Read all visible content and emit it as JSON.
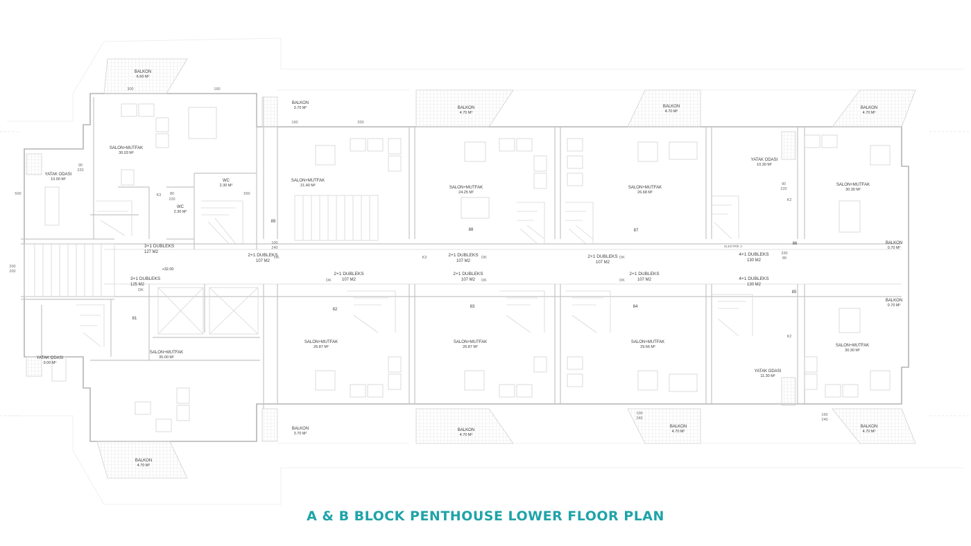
{
  "title": "A & B BLOCK PENTHOUSE LOWER FLOOR PLAN",
  "colors": {
    "title": "#1fa3a8",
    "lines": "#c4c4c4",
    "text": "#3a3a3a"
  },
  "rooms": [
    {
      "id": "balkon-tl",
      "name": "BALKON",
      "area": "6.60 M²"
    },
    {
      "id": "balkon-t1",
      "name": "BALKON",
      "area": "3.70 M²"
    },
    {
      "id": "balkon-t2",
      "name": "BALKON",
      "area": "4.70 M²"
    },
    {
      "id": "balkon-t3",
      "name": "BALKON",
      "area": "4.70 M²"
    },
    {
      "id": "balkon-t4",
      "name": "BALKON",
      "area": "4.70 M²"
    },
    {
      "id": "salon-tl",
      "name": "SALON+MUTFAK",
      "area": "30.03 M²"
    },
    {
      "id": "yatak-l",
      "name": "YATAK ODASI",
      "area": "10.00 M²"
    },
    {
      "id": "wc-1",
      "name": "WC",
      "area": "2.30 M²"
    },
    {
      "id": "wc-2",
      "name": "WC",
      "area": "2.30 M²"
    },
    {
      "id": "salon-t1",
      "name": "SALON+MUTFAK",
      "area": "21.40 M²"
    },
    {
      "id": "salon-t2",
      "name": "SALON+MUTFAK",
      "area": "24.25 M²"
    },
    {
      "id": "salon-t3",
      "name": "SALON+MUTFAK",
      "area": "26.68 M²"
    },
    {
      "id": "yatak-tr",
      "name": "YATAK ODASI",
      "area": "10.30 M²"
    },
    {
      "id": "salon-tr",
      "name": "SALON+MUTFAK",
      "area": "30.30 M²"
    },
    {
      "id": "balkon-r1",
      "name": "BALKON",
      "area": "0.70 M²"
    },
    {
      "id": "balkon-r2",
      "name": "BALKON",
      "area": "0.70 M²"
    },
    {
      "id": "yatak-bl",
      "name": "YATAK ODASI",
      "area": "9.00 M²"
    },
    {
      "id": "salon-bl",
      "name": "SALON+MUTFAK",
      "area": "35.00 M²"
    },
    {
      "id": "salon-b1",
      "name": "SALON+MUTFAK",
      "area": "26.87 M²"
    },
    {
      "id": "salon-b2",
      "name": "SALON+MUTFAK",
      "area": "26.87 M²"
    },
    {
      "id": "salon-b3",
      "name": "SALON+MUTFAK",
      "area": "29.66 M²"
    },
    {
      "id": "yatak-br",
      "name": "YATAK ODASI",
      "area": "11.30 M²"
    },
    {
      "id": "salon-br",
      "name": "SALON+MUTFAK",
      "area": "30.30 M²"
    },
    {
      "id": "balkon-bl",
      "name": "BALKON",
      "area": "4.70 M²"
    },
    {
      "id": "balkon-b1",
      "name": "BALKON",
      "area": "3.70 M²"
    },
    {
      "id": "balkon-b2",
      "name": "BALKON",
      "area": "4.70 M²"
    },
    {
      "id": "balkon-b3",
      "name": "BALKON",
      "area": "4.70 M²"
    },
    {
      "id": "balkon-b4",
      "name": "BALKON",
      "area": "4.70 M²"
    }
  ],
  "units": [
    {
      "id": "u-31a",
      "type": "3+1 DUBLEKS",
      "area": "127 M2"
    },
    {
      "id": "u-31b",
      "type": "3+1 DUBLEKS",
      "area": "125 M2"
    },
    {
      "id": "u-21t1",
      "type": "2+1 DUBLEKS",
      "area": "107 M2"
    },
    {
      "id": "u-21t2",
      "type": "2+1 DUBLEKS",
      "area": "107 M2"
    },
    {
      "id": "u-21t3",
      "type": "2+1 DUBLEKS",
      "area": "107 M2"
    },
    {
      "id": "u-41t",
      "type": "4+1 DUBLEKS",
      "area": "130 M2"
    },
    {
      "id": "u-21b1",
      "type": "2+1 DUBLEKS",
      "area": "107 M2"
    },
    {
      "id": "u-21b2",
      "type": "2+1 DUBLEKS",
      "area": "107 M2"
    },
    {
      "id": "u-21b3",
      "type": "2+1 DUBLEKS",
      "area": "107 M2"
    },
    {
      "id": "u-41b",
      "type": "4+1 DUBLEKS",
      "area": "130 M2"
    }
  ],
  "unit_numbers": [
    "89",
    "88",
    "87",
    "86",
    "85",
    "84",
    "83",
    "82",
    "81"
  ],
  "marks": [
    "DK",
    "DK",
    "DK",
    "DK",
    "DK",
    "DK",
    "DK",
    "K3",
    "K3",
    "K2",
    "K2"
  ],
  "dims": [
    "300",
    "160",
    "160",
    "200",
    "90",
    "220",
    "80",
    "220",
    "100",
    "240",
    "90",
    "220",
    "330",
    "80",
    "160",
    "240",
    "500",
    "550",
    "200",
    "200",
    "100",
    "240"
  ],
  "elev": "+32.00",
  "elektrik": "ELEKTRİK 3"
}
